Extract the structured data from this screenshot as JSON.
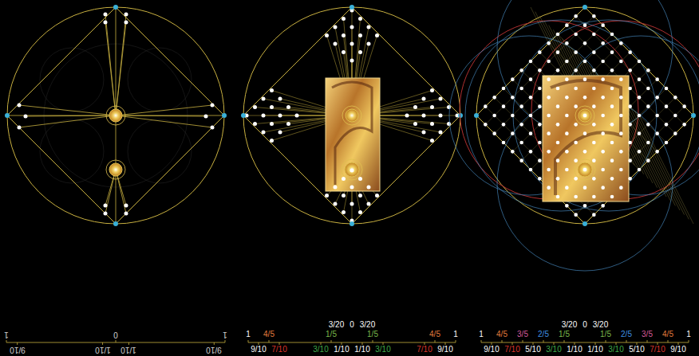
{
  "diagram": {
    "labels": [
      "1",
      "0",
      "1",
      "9/10",
      "1/10",
      "1/10",
      "9/10",
      "1",
      "4/5",
      "3/20",
      "0",
      "3/20",
      "1/5",
      "1/5",
      "4/5",
      "1",
      "9/10",
      "7/10",
      "3/10",
      "1/10",
      "1/10",
      "3/10",
      "7/10",
      "9/10",
      "1",
      "4/5",
      "3/5",
      "2/5",
      "3/20",
      "1/5",
      "0",
      "3/20",
      "1/5",
      "2/5",
      "3/5",
      "4/5",
      "1",
      "9/10",
      "7/10",
      "5/10",
      "3/10",
      "1/10",
      "1/10",
      "3/10",
      "5/10",
      "7/10",
      "9/10"
    ]
  }
}
